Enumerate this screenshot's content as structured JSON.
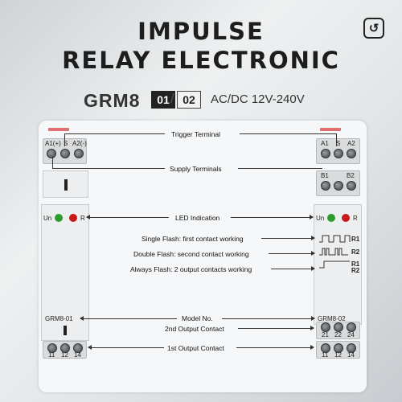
{
  "header": {
    "line1": "IMPULSE",
    "line2": "RELAY ELECTRONIC"
  },
  "corner_icon": "history-icon",
  "model_bar": {
    "model": "GRM8",
    "option1": "01",
    "option2": "02",
    "divider": "/",
    "voltage": "AC/DC 12V-240V"
  },
  "left_device": {
    "top_terminals": [
      "A1(+)",
      "S",
      "A2(-)"
    ],
    "led_labels": [
      "Un",
      "R"
    ],
    "model_no": "GRM8-01",
    "bottom_terminals": [
      "11",
      "12",
      "14"
    ]
  },
  "right_device": {
    "top_terminals": [
      "A1",
      "S",
      "A2"
    ],
    "second_terminals": [
      "B1",
      "B2"
    ],
    "led_labels": [
      "Un",
      "R"
    ],
    "signals": [
      "R1",
      "R2",
      "R1",
      "R2"
    ],
    "model_no": "GRM8-02",
    "mid_terminals": [
      "21",
      "22",
      "24"
    ],
    "bottom_terminals": [
      "11",
      "12",
      "14"
    ]
  },
  "annotations": {
    "trigger": "Trigger Terminal",
    "supply": "Supply Terminals",
    "led": "LED Indication",
    "single": "Single Flash: first contact working",
    "double": "Double Flash: second contact working",
    "always": "Always Flash: 2 output contacts working",
    "model_no": "Model No.",
    "second_output": "2nd Output Contact",
    "first_output": "1st Output Contact"
  }
}
